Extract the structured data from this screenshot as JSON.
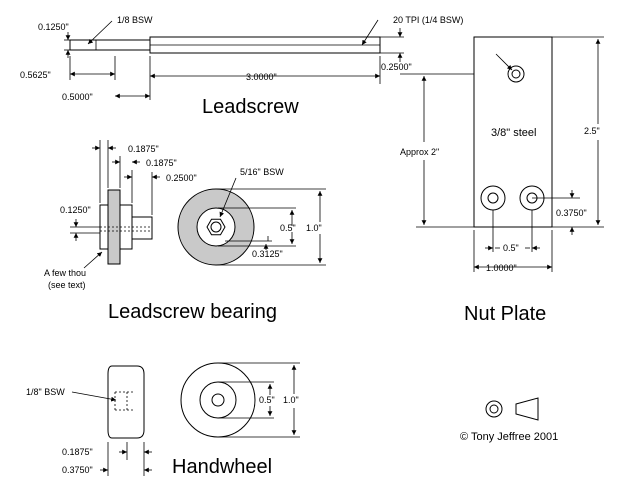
{
  "labels": {
    "leadscrew": "Leadscrew",
    "leadscrew_bearing": "Leadscrew bearing",
    "nut_plate": "Nut Plate",
    "handwheel": "Handwheel",
    "copyright": "© Tony Jeffree 2001",
    "steel": "3/8\" steel",
    "thread_18bsw": "1/8 BSW",
    "thread_20tpi": "20 TPI (1/4 BSW)",
    "thread_516": "5/16\" BSW",
    "thread_18bsw_hw": "1/8\" BSW",
    "few_thou_1": "A few thou",
    "few_thou_2": "(see text)"
  },
  "dims": {
    "d_0125_ls": "0.1250\"",
    "d_05625": "0.5625\"",
    "d_05000": "0.5000\"",
    "d_30000": "3.0000\"",
    "d_02500_ls": "0.2500\"",
    "d_01875_a": "0.1875\"",
    "d_01875_b": "0.1875\"",
    "d_02500_b": "0.2500\"",
    "d_0125_b": "0.1250\"",
    "d_05_b": "0.5\"",
    "d_10_b": "1.0\"",
    "d_03125": "0.3125\"",
    "d_approx2": "Approx 2\"",
    "d_25": "2.5\"",
    "d_03750_np": "0.3750\"",
    "d_05_np": "0.5\"",
    "d_10000_np": "1.0000\"",
    "d_05_hw": "0.5\"",
    "d_10_hw": "1.0\"",
    "d_01875_hw": "0.1875\"",
    "d_03750_hw": "0.3750\""
  }
}
